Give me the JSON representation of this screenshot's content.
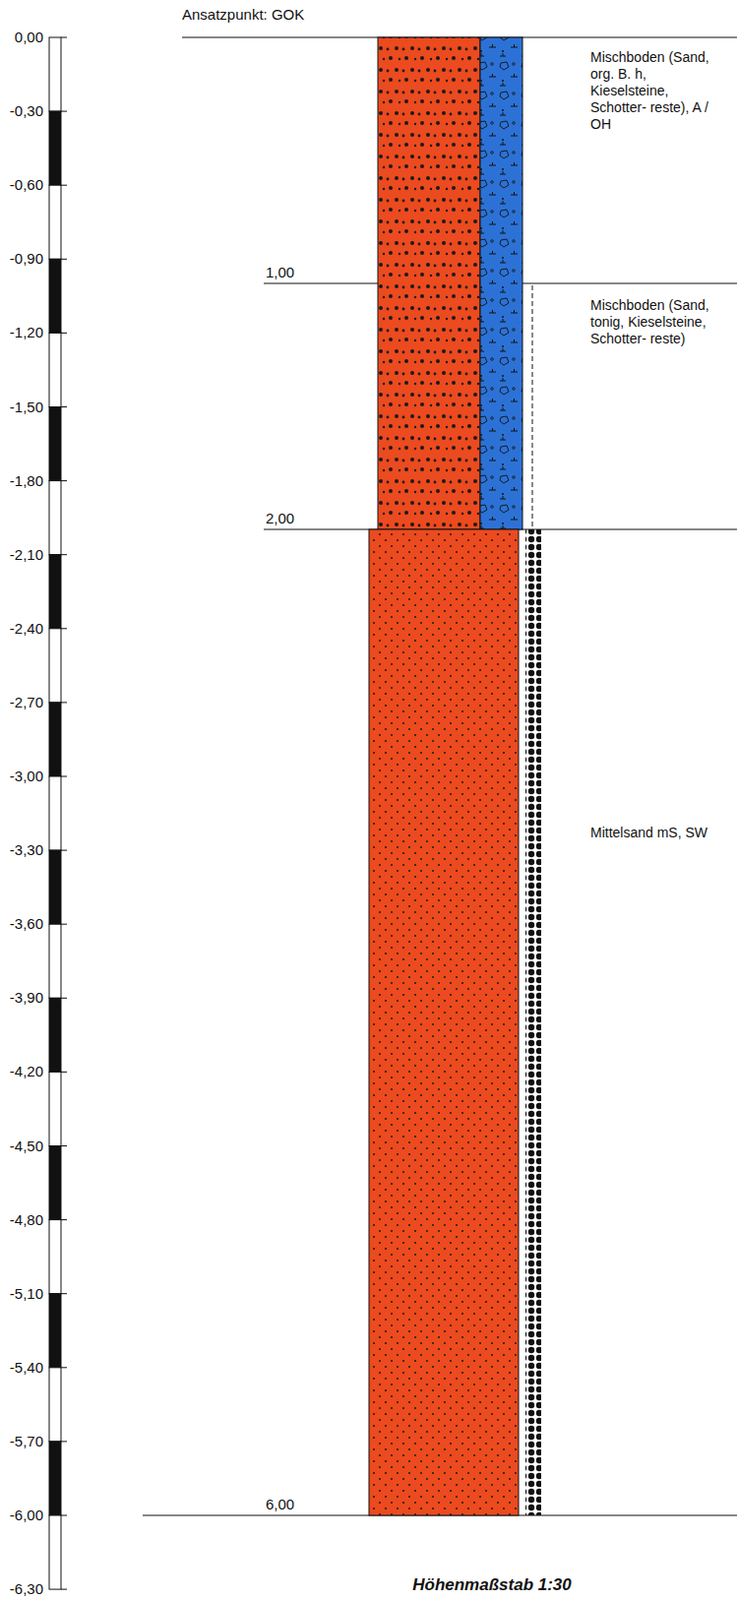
{
  "diagram": {
    "caption": "Höhenmaßstab 1:30",
    "labels": [
      "Ansatzpunkt: GOK",
      "0,00",
      "-0,30",
      "-0,60",
      "-0,90",
      "-1,20",
      "-1,50",
      "-1,80",
      "-2,10",
      "-2,40",
      "-2,70",
      "-3,00",
      "-3,30",
      "-3,60",
      "-3,90",
      "-4,20",
      "-4,50",
      "-4,80",
      "-5,10",
      "-5,40",
      "-5,70",
      "-6,00",
      "-6,30",
      "1,00",
      "2,00",
      "6,00",
      "Mischboden (Sand, org. B. h, Kieselsteine, Schotter- reste), A / OH",
      "Mischboden (Sand, tonig, Kieselsteine, Schotter- reste)",
      "Mittelsand mS, SW"
    ]
  }
}
